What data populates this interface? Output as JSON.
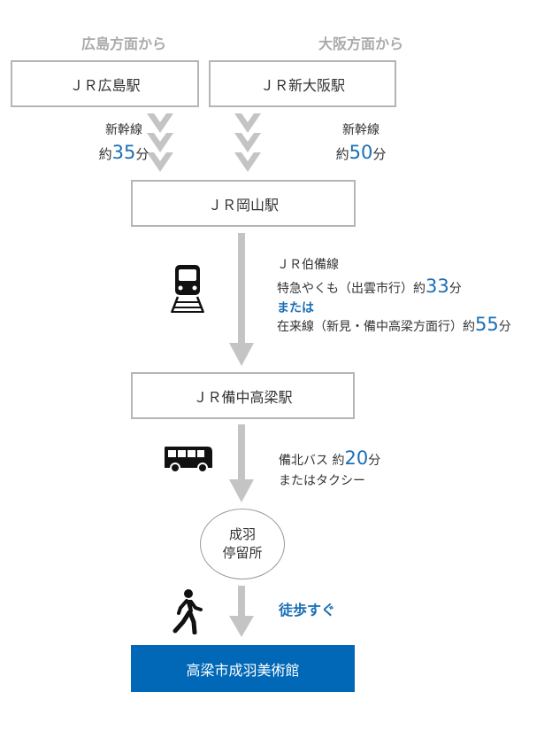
{
  "origins": [
    {
      "heading": "広島方面から",
      "station": "ＪＲ広島駅",
      "line": "新幹線",
      "time_prefix": "約",
      "time_value": "35",
      "time_unit": "分"
    },
    {
      "heading": "大阪方面から",
      "station": "ＪＲ新大阪駅",
      "line": "新幹線",
      "time_prefix": "約",
      "time_value": "50",
      "time_unit": "分"
    }
  ],
  "okayama": {
    "station": "ＪＲ岡山駅"
  },
  "hakubi": {
    "line": "ＪＲ伯備線",
    "express_text": "特急やくも（出雲市行）約",
    "express_value": "33",
    "express_unit": "分",
    "or": "または",
    "local_text": "在来線（新見・備中高梁方面行）約",
    "local_value": "55",
    "local_unit": "分"
  },
  "takahashi": {
    "station": "ＪＲ備中高梁駅"
  },
  "bus": {
    "text": "備北バス 約",
    "value": "20",
    "unit": "分",
    "alt": "またはタクシー"
  },
  "stop": {
    "line1": "成羽",
    "line2": "停留所"
  },
  "walk": {
    "text": "徒歩すぐ"
  },
  "destination": {
    "name": "高梁市成羽美術館"
  },
  "colors": {
    "accent": "#1a6fb5",
    "destination_bg": "#0068b7",
    "arrow": "#c4c4c4",
    "border": "#b5b5b5"
  }
}
